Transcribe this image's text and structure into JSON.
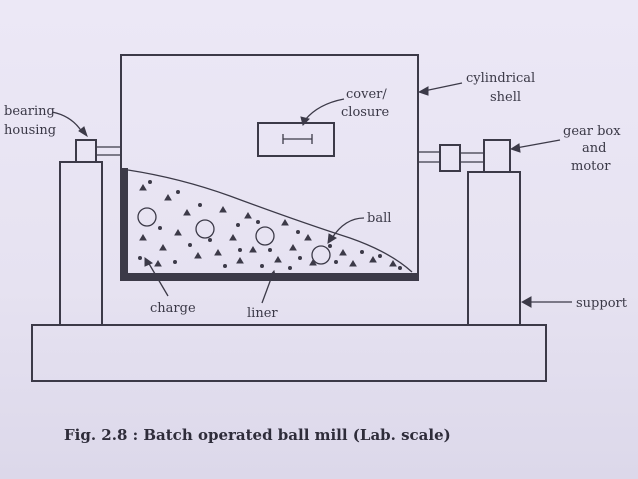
{
  "labels": {
    "bearing_housing_1": "bearing",
    "bearing_housing_2": "housing",
    "cover_closure_1": "cover/",
    "cover_closure_2": "closure",
    "cylindrical_shell_1": "cylindrical",
    "cylindrical_shell_2": "shell",
    "gear_box_motor_1": "gear box",
    "gear_box_motor_2": "and",
    "gear_box_motor_3": "motor",
    "ball": "ball",
    "charge": "charge",
    "liner": "liner",
    "support": "support"
  },
  "caption": "Fig. 2.8 : Batch operated ball mill (Lab. scale)"
}
